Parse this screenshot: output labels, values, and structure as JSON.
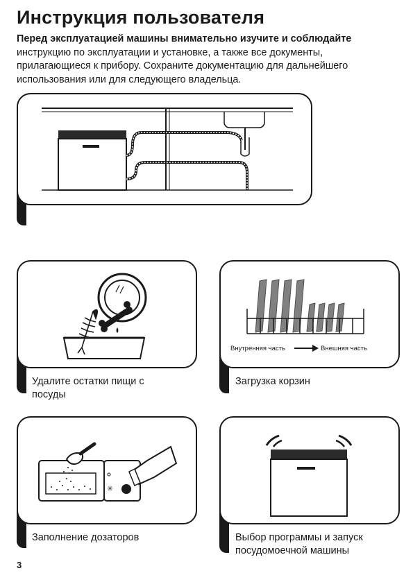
{
  "header": {
    "title": "Инструкция пользователя",
    "intro_bold": "Перед эксплуатацией машины внимательно изучите и соблюдайте",
    "intro_rest": "инструкцию по эксплуатации и установке, а также все документы, прилагающиеся к прибору. Сохраните документацию для дальнейшего использования или для следующего владельца."
  },
  "steps": [
    {
      "caption": "Удалите остатки пищи с посуды"
    },
    {
      "caption": "Загрузка корзин",
      "label_inner": "Внутренняя часть",
      "label_outer": "Внешняя часть"
    },
    {
      "caption": "Заполнение дозаторов"
    },
    {
      "caption": "Выбор программы и запуск посудомоечной машины"
    }
  ],
  "page": {
    "number": "3"
  }
}
